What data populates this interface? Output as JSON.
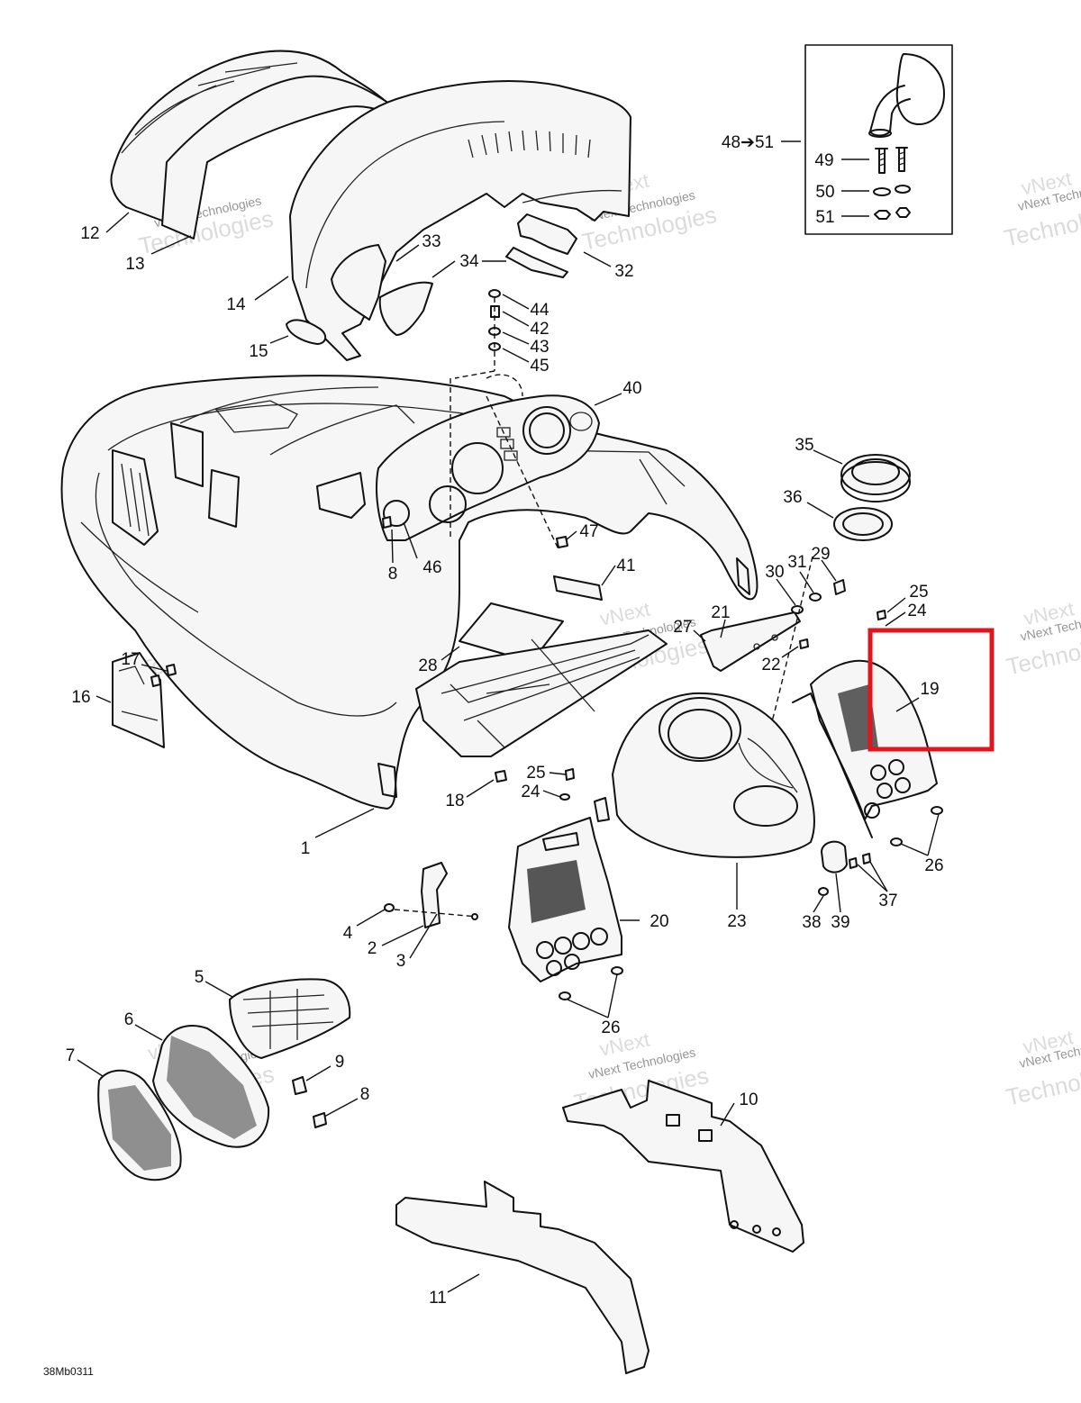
{
  "diagram": {
    "drawing_code": "38Mb0311",
    "inset_label": "48➔51",
    "watermark_small": "vNext Technologies",
    "watermark_large": "Technologies",
    "watermark_top": "vNext",
    "highlight_color": "#e0161f",
    "highlighted_callout": "19",
    "callouts": {
      "c1": "1",
      "c2": "2",
      "c3": "3",
      "c4": "4",
      "c5": "5",
      "c6": "6",
      "c7": "7",
      "c8a": "8",
      "c8b": "8",
      "c9": "9",
      "c10": "10",
      "c11": "11",
      "c12": "12",
      "c13": "13",
      "c14": "14",
      "c15": "15",
      "c16": "16",
      "c17": "17",
      "c18": "18",
      "c19": "19",
      "c20": "20",
      "c21": "21",
      "c22": "22",
      "c23": "23",
      "c24a": "24",
      "c24b": "24",
      "c25a": "25",
      "c25b": "25",
      "c26a": "26",
      "c26b": "26",
      "c27": "27",
      "c28": "28",
      "c29": "29",
      "c30": "30",
      "c31": "31",
      "c32": "32",
      "c33": "33",
      "c34": "34",
      "c35": "35",
      "c36": "36",
      "c37": "37",
      "c38": "38",
      "c39": "39",
      "c40": "40",
      "c41": "41",
      "c42": "42",
      "c43": "43",
      "c44": "44",
      "c45": "45",
      "c46": "46",
      "c47": "47",
      "c49": "49",
      "c50": "50",
      "c51": "51"
    }
  }
}
